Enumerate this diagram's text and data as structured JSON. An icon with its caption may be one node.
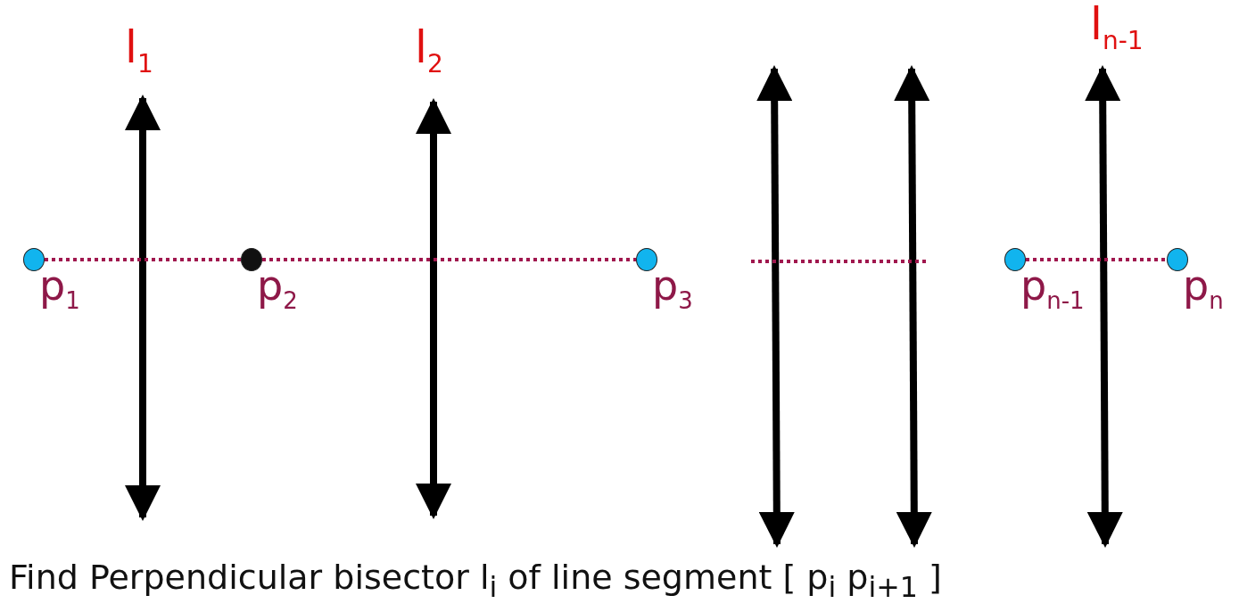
{
  "diagram": {
    "caption": "Find Perpendicular bisector l$_{i}$ of line segment [ p$_{i}$ p$_{i+1}$ ]",
    "nodes": [
      {
        "text": [],
        "shape": "circle",
        "beside": [
          "p$_{1}$"
        ]
      },
      {
        "text": [],
        "shape": "circle",
        "beside": [
          "p$_{2}$"
        ]
      },
      {
        "text": [],
        "shape": "circle",
        "beside": [
          "p$_{3}$"
        ]
      },
      {
        "text": [],
        "shape": "circle",
        "beside": [
          "p$_{n-1}$"
        ]
      },
      {
        "text": [],
        "shape": "circle",
        "beside": [
          "p$_{n}$"
        ]
      }
    ],
    "edges": [
      {
        "from": 0,
        "to": 1,
        "arrow": "none",
        "style": "dashed"
      },
      {
        "from": 1,
        "to": 2,
        "arrow": "none",
        "style": "dashed"
      },
      {
        "from": 3,
        "to": 4,
        "arrow": "none",
        "style": "dashed"
      }
    ],
    "labels": [
      "l$_{1}$",
      "l$_{2}$",
      "l$_{n-1}$"
    ]
  }
}
